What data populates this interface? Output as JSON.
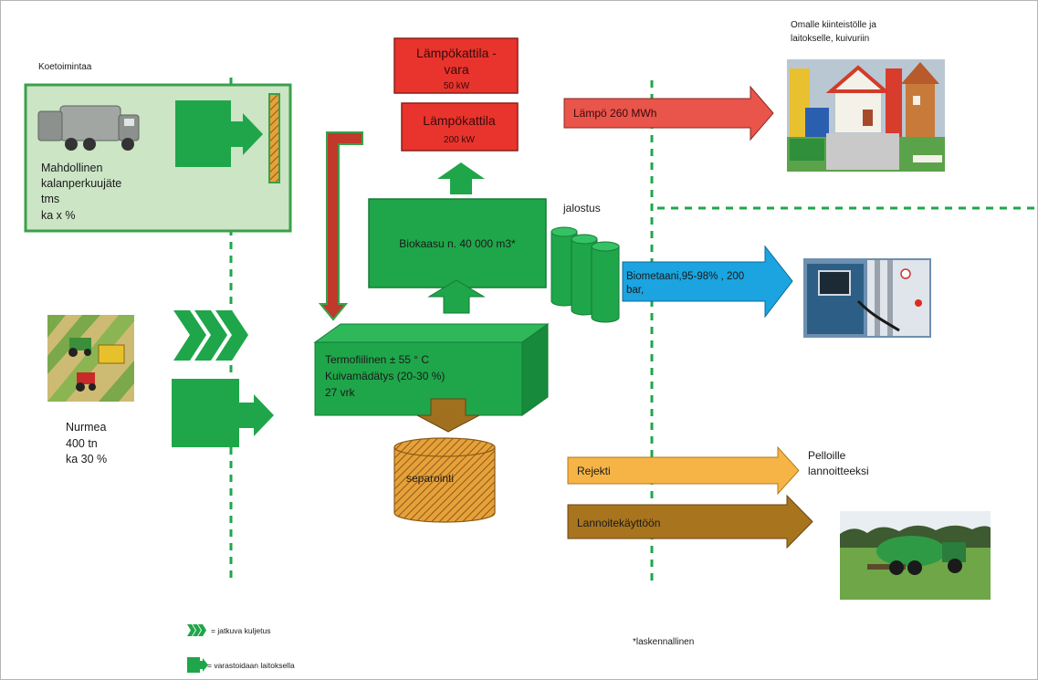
{
  "colors": {
    "green": "#1fa64a",
    "dark_green": "#167a36",
    "light_green": "#cbe5c5",
    "red": "#e8342d",
    "heat_arrow": "#e9544b",
    "blue": "#1ba4e0",
    "orange": "#f6b446",
    "brown": "#a8741e",
    "hatch_orange": "#e6a13a"
  },
  "trial": {
    "heading": "Koetoimintaa",
    "feedstock": [
      "Mahdollinen",
      "kalanperkuujäte",
      "tms",
      "ka x %"
    ]
  },
  "grass": {
    "lines": [
      "Nurmea",
      "400 tn",
      "ka 30 %"
    ]
  },
  "boiler_reserve": {
    "lines": [
      "Lämpökattila -",
      "vara",
      "50 kW"
    ]
  },
  "boiler_main": {
    "lines": [
      "Lämpökattila",
      "200 kW"
    ]
  },
  "biogas": {
    "label": "Biokaasu n. 40 000 m3*"
  },
  "digester": {
    "lines": [
      "Termofiilinen ± 55 ° C",
      "Kuivamädätys (20-30 %)",
      "27 vrk"
    ]
  },
  "separation": {
    "label": "separointi"
  },
  "upgrading": {
    "label": "jalostus"
  },
  "flows": {
    "heat": "Lämpö 260 MWh",
    "biomethane": [
      "Biometaani,95-98% , 200",
      "bar,"
    ],
    "reject": "Rejekti",
    "fertilizer": "Lannoitekäyttöön"
  },
  "destinations": {
    "heat_use": [
      "Omalle kiinteistölle ja",
      "laitokselle, kuivuriin"
    ],
    "fields": [
      "Pelloille",
      "lannoitteeksi"
    ]
  },
  "legend": {
    "continuous": "= jatkuva kuljetus",
    "storage": "= varastoidaan laitoksella"
  },
  "footnote": "*laskennallinen",
  "icons": [
    "garbage-truck-icon",
    "farm-field-photo",
    "lego-house-photo",
    "fuel-dispenser-photo",
    "slurry-spreader-photo",
    "chevron-icon",
    "storage-block-arrow-icon"
  ]
}
